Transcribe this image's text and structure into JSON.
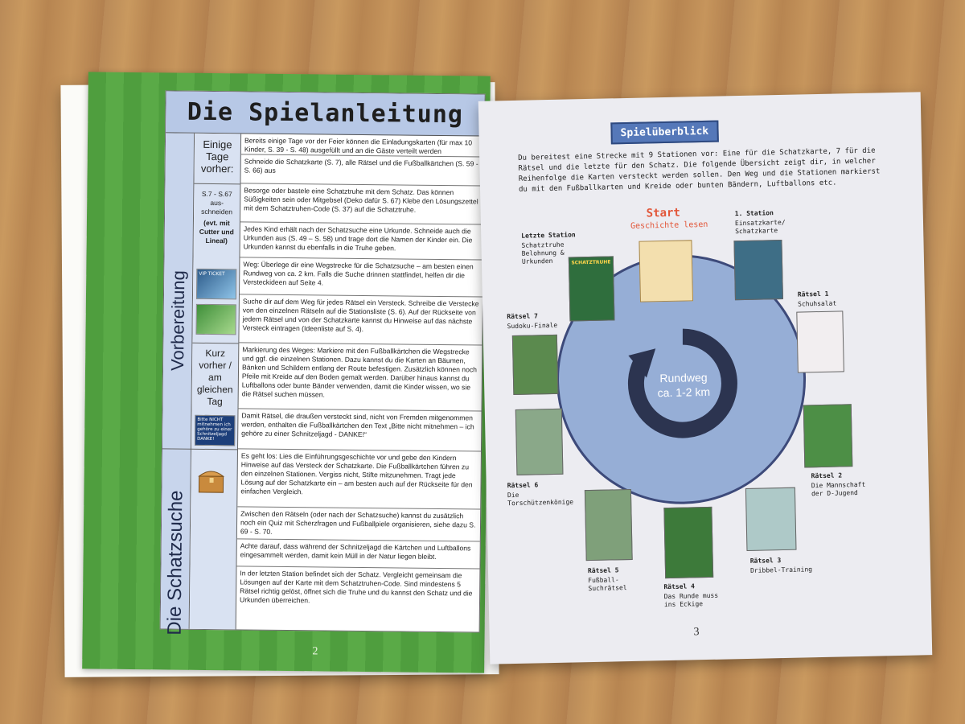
{
  "left_page": {
    "title": "Die Spielanleitung",
    "section_prep": "Vorbereitung",
    "section_hunt": "Die Schatzsuche",
    "time_1": "Einige Tage vorher:",
    "time_2": "S.7 - S.67 aus-schneiden",
    "time_2b": "(evt. mit Cutter und Lineal)",
    "time_3": "Kurz vorher / am gleichen Tag",
    "rows": [
      "Bereits einige Tage vor der Feier können die Einladungskarten (für max 10 Kinder, S. 39 - S. 48) ausgefüllt und an die Gäste verteilt werden",
      "Schneide die Schatzkarte (S. 7), alle Rätsel und die Fußballkärtchen (S. 59 - S. 66) aus",
      "Besorge oder bastele eine Schatztruhe mit dem Schatz. Das können Süßigkeiten sein oder Mitgebsel (Deko dafür S. 67) Klebe den Lösungszettel mit dem Schatztruhen-Code (S. 37) auf die Schatztruhe.",
      "Jedes Kind erhält nach der Schatzsuche eine Urkunde. Schneide auch die Urkunden aus (S. 49 – S. 58) und trage dort die Namen der Kinder ein. Die Urkunden kannst du ebenfalls in die Truhe geben.",
      "Weg: Überlege dir eine Wegstrecke für die Schatzsuche – am besten einen Rundweg von ca. 2 km. Falls die Suche drinnen stattfindet, helfen dir die Versteckideen auf Seite 4.",
      "Suche dir auf dem Weg für jedes Rätsel ein Versteck. Schreibe die Verstecke von den einzelnen Rätseln auf die Stationsliste (S. 6). Auf der Rückseite von jedem Rätsel und von der Schatzkarte kannst du Hinweise auf das nächste Versteck eintragen (Ideenliste auf S. 4).",
      "Markierung des Weges: Markiere mit den Fußballkärtchen die Wegstrecke und ggf. die einzelnen Stationen. Dazu kannst du die Karten an Bäumen, Bänken und Schildern entlang der Route befestigen. Zusätzlich können noch Pfeile mit Kreide auf den Boden gemalt werden. Darüber hinaus kannst du Luftballons oder bunte Bänder verwenden, damit die Kinder wissen, wo sie die Rätsel suchen müssen.",
      "Damit Rätsel, die draußen versteckt sind, nicht von Fremden mitgenommen werden, enthalten die Fußballkärtchen den Text „Bitte nicht mitnehmen – ich gehöre zu einer Schnitzeljagd - DANKE!“",
      "Es geht los: Lies die Einführungsgeschichte vor und gebe den Kindern Hinweise auf das Versteck der Schatzkarte. Die Fußballkärtchen führen zu den einzelnen Stationen. Vergiss nicht, Stifte mitzunehmen. Tragt jede Lösung auf der Schatzkarte ein – am besten auch auf der Rückseite für den einfachen Vergleich.",
      "Zwischen den Rätseln (oder nach der Schatzsuche) kannst du zusätzlich noch ein Quiz mit Scherzfragen und Fußballpiele organisieren, siehe dazu S. 69 - S. 70.",
      "Achte darauf, dass während der Schnitzeljagd die Kärtchen und Luftballons eingesammelt werden, damit kein Müll in der Natur liegen bleibt.",
      "In der letzten Station befindet sich der Schatz. Vergleicht gemeinsam die Lösungen auf der Karte mit dem Schatztruhen-Code. Sind mindestens 5 Rätsel richtig gelöst, öffnet sich die Truhe und du kannst den Schatz und die Urkunden überreichen."
    ],
    "thumb_vip": "VIP TICKET",
    "thumb_card": "Bitte NICHT mitnehmen ich gehöre zu einer Schnitzeljagd DANKE!",
    "page_number": "2"
  },
  "right_page": {
    "badge": "Spielüberblick",
    "intro": "Du bereitest eine Strecke mit 9 Stationen vor: Eine für die Schatzkarte, 7 für die Rätsel und die letzte für den Schatz. Die folgende Übersicht zeigt dir, in welcher Reihenfolge die Karten versteckt werden sollen. Den Weg und die Stationen markierst du mit den Fußballkarten und Kreide oder bunten Bändern, Luftballons etc.",
    "start_title": "Start",
    "start_sub": "Geschichte lesen",
    "center_line1": "Rundweg",
    "center_line2": "ca. 1-2 km",
    "stations": [
      {
        "title": "Letzte Station",
        "sub": "Schatztruhe Belohnung & Urkunden"
      },
      {
        "title": "1. Station",
        "sub": "Einsatzkarte/ Schatzkarte"
      },
      {
        "title": "Rätsel 1",
        "sub": "Schuhsalat"
      },
      {
        "title": "Rätsel 2",
        "sub": "Die Mannschaft der D-Jugend"
      },
      {
        "title": "Rätsel 3",
        "sub": "Dribbel-Training"
      },
      {
        "title": "Rätsel 4",
        "sub": "Das Runde muss ins Eckige"
      },
      {
        "title": "Rätsel 5",
        "sub": "Fußball-Suchrätsel"
      },
      {
        "title": "Rätsel 6",
        "sub": "Die Torschützenkönige"
      },
      {
        "title": "Rätsel 7",
        "sub": "Sudoku-Finale"
      }
    ],
    "card_chest_label": "SCHATZTRUHE",
    "page_number": "3"
  }
}
